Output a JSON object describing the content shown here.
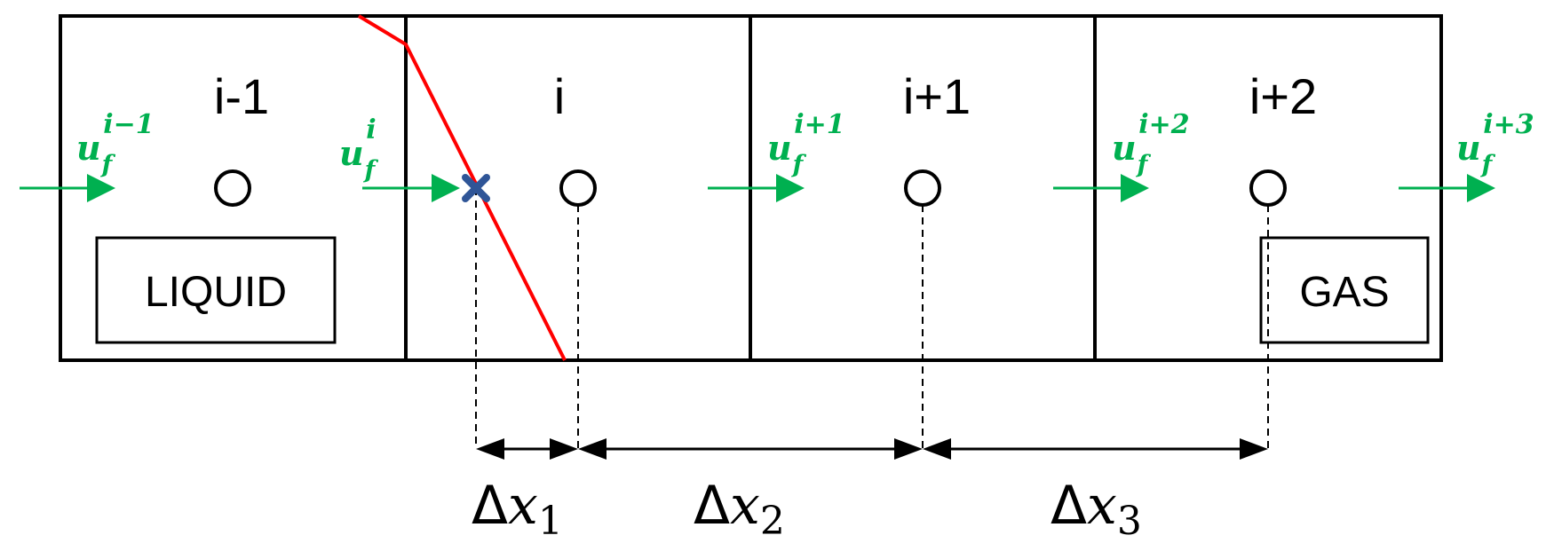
{
  "cells": [
    {
      "label": "i-1"
    },
    {
      "label": "i"
    },
    {
      "label": "i+1"
    },
    {
      "label": "i+2"
    }
  ],
  "boxes": {
    "liquid": "LIQUID",
    "gas": "GAS"
  },
  "velocities": [
    {
      "base": "u",
      "sub": "f",
      "sup": "i−1"
    },
    {
      "base": "u",
      "sub": "f",
      "sup": "i"
    },
    {
      "base": "u",
      "sub": "f",
      "sup": "i+1"
    },
    {
      "base": "u",
      "sub": "f",
      "sup": "i+2"
    },
    {
      "base": "u",
      "sub": "f",
      "sup": "i+3"
    }
  ],
  "spacings": [
    {
      "delta": "Δ",
      "var": "x",
      "sub": "1"
    },
    {
      "delta": "Δ",
      "var": "x",
      "sub": "2"
    },
    {
      "delta": "Δ",
      "var": "x",
      "sub": "3"
    }
  ],
  "colors": {
    "interface": "#FF0000",
    "velocity": "#00B050",
    "marker": "#2F5597",
    "line": "#000000"
  }
}
